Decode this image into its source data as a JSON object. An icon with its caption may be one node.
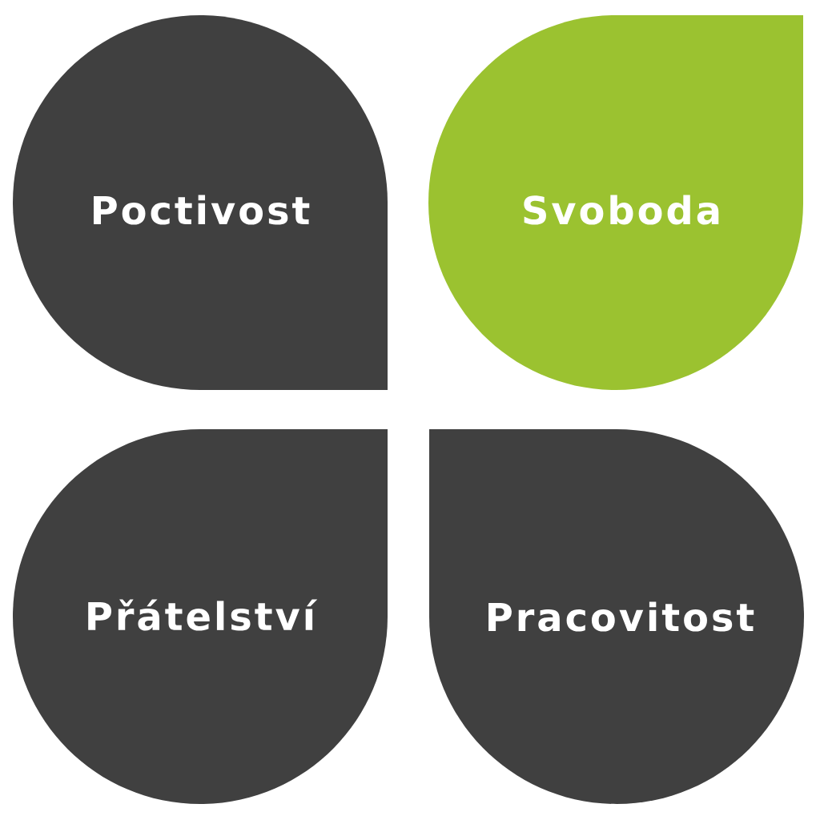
{
  "diagram": {
    "nodes": [
      {
        "text": [
          "Poctivost"
        ]
      },
      {
        "text": [
          "Svoboda"
        ]
      },
      {
        "text": [
          "Přátelství"
        ]
      },
      {
        "text": [
          "Pracovitost"
        ]
      }
    ]
  }
}
